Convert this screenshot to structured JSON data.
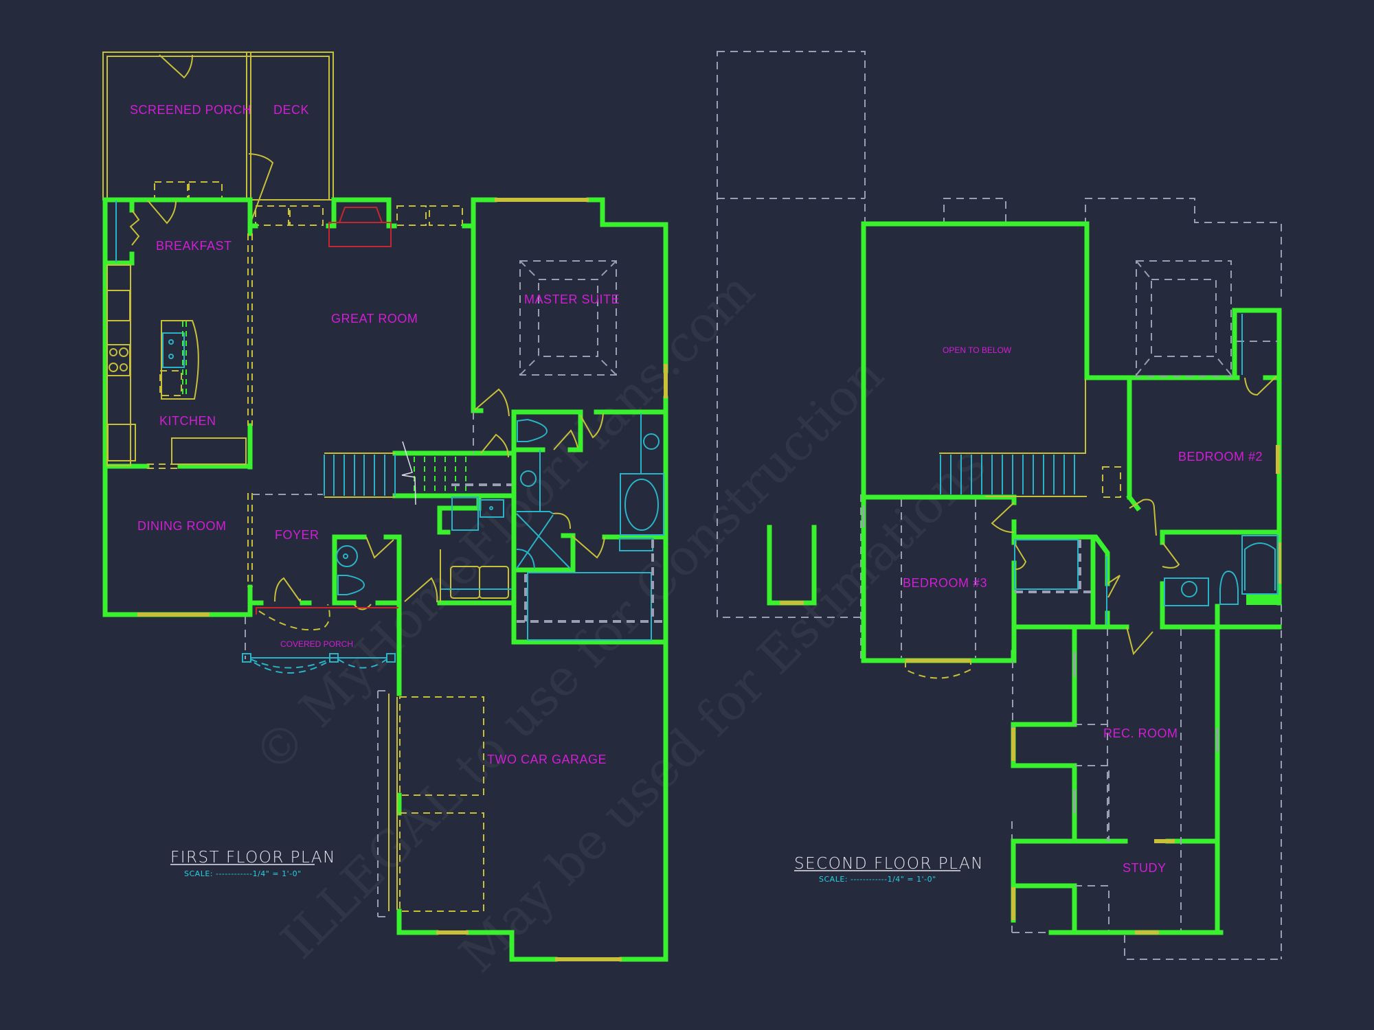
{
  "colors": {
    "background": "#252a3c",
    "walls": "#39f12c",
    "labels": "#d21ed6",
    "fixtures": "#2ab4c8",
    "doors_windows": "#c9c03a",
    "overhead_dashed": "#9a9fb3",
    "fireplace": "#c8262e",
    "title": "#e6e6ee",
    "scale": "#2ad0e0"
  },
  "first_floor": {
    "title": "FIRST FLOOR PLAN",
    "scale": "SCALE: ------------1/4\" = 1'-0\"",
    "rooms": [
      {
        "id": "screened-porch",
        "label": "SCREENED PORCH"
      },
      {
        "id": "deck",
        "label": "DECK"
      },
      {
        "id": "breakfast",
        "label": "BREAKFAST"
      },
      {
        "id": "great-room",
        "label": "GREAT ROOM"
      },
      {
        "id": "master-suite",
        "label": "MASTER SUITE"
      },
      {
        "id": "kitchen",
        "label": "KITCHEN"
      },
      {
        "id": "dining-room",
        "label": "DINING ROOM"
      },
      {
        "id": "foyer",
        "label": "FOYER"
      },
      {
        "id": "covered-porch",
        "label": "COVERED PORCH"
      },
      {
        "id": "two-car-garage",
        "label": "TWO CAR GARAGE"
      }
    ]
  },
  "second_floor": {
    "title": "SECOND FLOOR PLAN",
    "scale": "SCALE: ------------1/4\" = 1'-0\"",
    "rooms": [
      {
        "id": "open-to-below",
        "label": "OPEN TO BELOW"
      },
      {
        "id": "bedroom-2",
        "label": "BEDROOM #2"
      },
      {
        "id": "bedroom-3",
        "label": "BEDROOM #3"
      },
      {
        "id": "rec-room",
        "label": "REC. ROOM"
      },
      {
        "id": "study",
        "label": "STUDY"
      }
    ]
  },
  "watermark": {
    "line1": "© MyHomeFloorPlans.com",
    "line2": "ILLEGAL to use for Construction",
    "line3": "May be used for Estimations"
  }
}
